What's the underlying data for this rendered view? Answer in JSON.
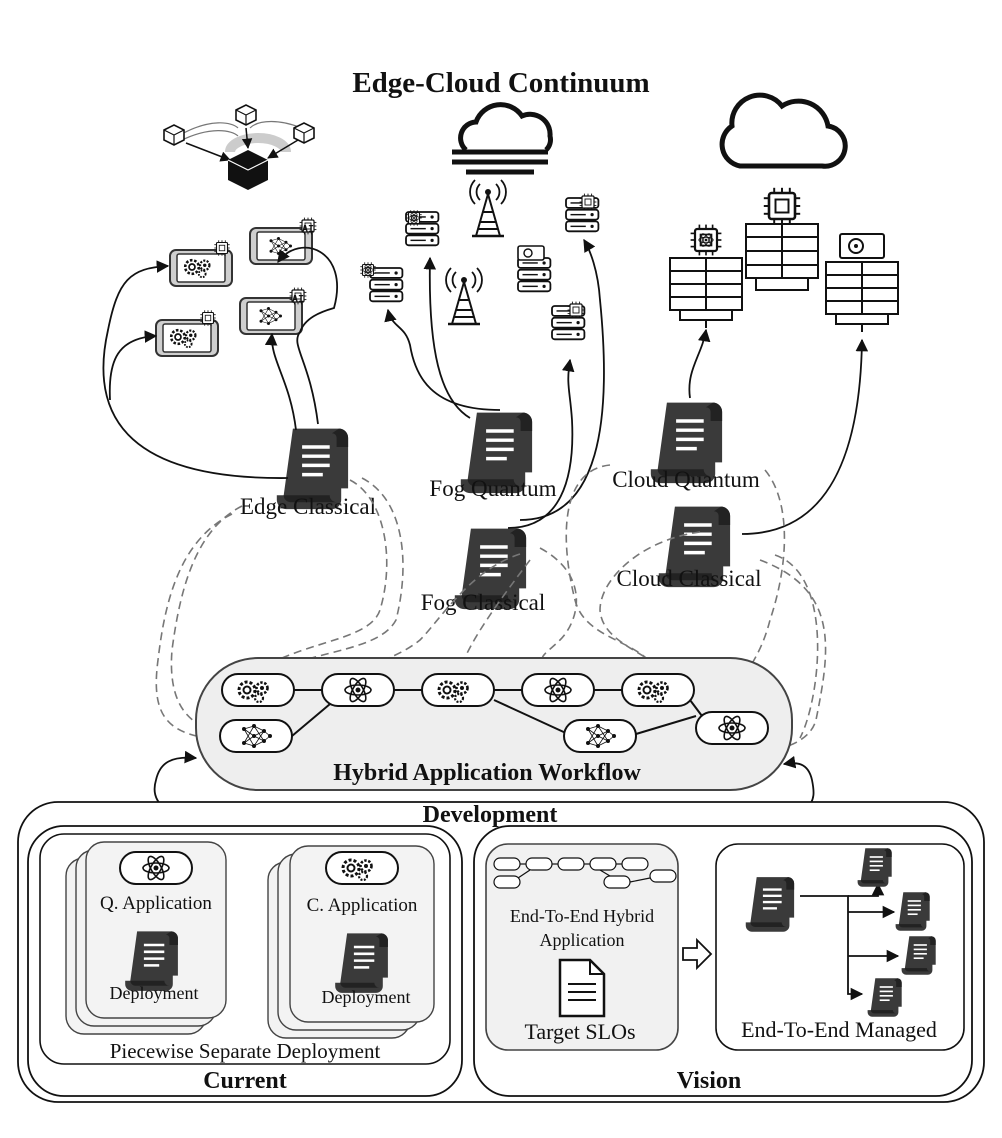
{
  "title": "Edge-Cloud Continuum",
  "deployments": {
    "edge_classical": "Edge Classical",
    "fog_quantum": "Fog Quantum",
    "fog_classical": "Fog Classical",
    "cloud_quantum": "Cloud Quantum",
    "cloud_classical": "Cloud Classical"
  },
  "workflow": {
    "label": "Hybrid Application Workflow",
    "nodes": [
      "classical",
      "quantum",
      "classical",
      "quantum",
      "classical",
      "ai",
      "ai",
      "quantum"
    ]
  },
  "development": {
    "label": "Development",
    "current": {
      "label": "Current",
      "quantum_app": "Q. Application",
      "classical_app": "C. Application",
      "deployment_1": "Deployment",
      "deployment_2": "Deployment",
      "caption": "Piecewise Separate Deployment"
    },
    "vision": {
      "label": "Vision",
      "hybrid_app_line1": "End-To-End Hybrid",
      "hybrid_app_line2": "Application",
      "slos": "Target SLOs",
      "managed": "End-To-End Managed"
    }
  },
  "icons": [
    "cube-network-icon",
    "cloud-fog-icon",
    "cloud-icon",
    "antenna-tower-icon",
    "server-rack-icon",
    "quantum-server-icon",
    "gpu-server-icon",
    "cpu-server-icon",
    "device-gears-icon",
    "device-ai-icon",
    "scroll-icon",
    "document-icon",
    "gear-icon",
    "atom-icon",
    "neural-net-icon"
  ]
}
